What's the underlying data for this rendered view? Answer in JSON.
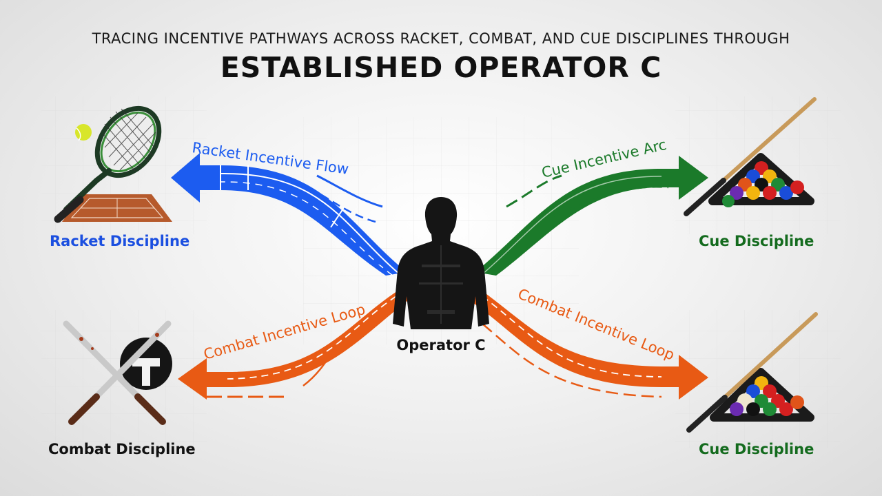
{
  "title": {
    "line1": "TRACING INCENTIVE PATHWAYS ACROSS RACKET, COMBAT, AND CUE DISCIPLINES THROUGH",
    "line2": "ESTABLISHED OPERATOR C"
  },
  "center": {
    "label": "Operator C",
    "icon": "silhouette-person-icon"
  },
  "nodes": {
    "racket": {
      "label": "Racket Discipline",
      "icon": "tennis-racket-court-icon",
      "color": "#1b4fe0"
    },
    "combat": {
      "label": "Combat Discipline",
      "icon": "crossed-bats-helmet-icon",
      "color": "#111111"
    },
    "cue_top": {
      "label": "Cue Discipline",
      "icon": "billiard-rack-cue-icon",
      "color": "#146b1e"
    },
    "cue_bottom": {
      "label": "Cue Discipline",
      "icon": "billiard-rack-cue-icon",
      "color": "#146b1e"
    }
  },
  "flows": {
    "racket": {
      "label": "Racket Incentive Flow",
      "color": "#1c5cf0"
    },
    "cue": {
      "label": "Cue Incentive Arc",
      "color": "#1b7a2a"
    },
    "combat_left": {
      "label": "Combat Incentive Loop",
      "color": "#e85a14"
    },
    "combat_right": {
      "label": "Combat Incentive Loop",
      "color": "#e85a14"
    }
  }
}
